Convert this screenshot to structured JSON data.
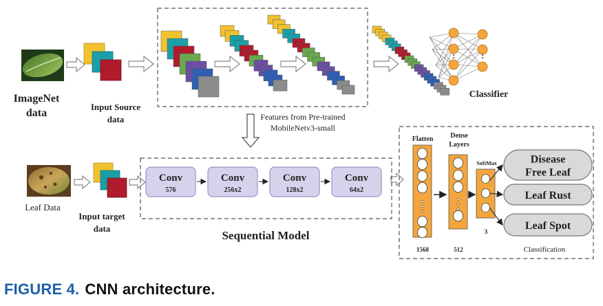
{
  "labels": {
    "imagenet": [
      "ImageNet",
      "data"
    ],
    "input_source": [
      "Input Source",
      "data"
    ],
    "classifier": "Classifier",
    "features": [
      "Features from Pre-trained",
      "MobileNetv3-small"
    ],
    "leaf_data": "Leaf Data",
    "input_target": [
      "Input target",
      "data"
    ],
    "sequential": "Sequential Model",
    "flatten": "Flatten",
    "dense": [
      "Dense",
      "Layers"
    ],
    "softmax": "SoftMax",
    "classification": "Classification"
  },
  "conv_blocks": [
    {
      "title": "Conv",
      "size": "576"
    },
    {
      "title": "Conv",
      "size": "256x2"
    },
    {
      "title": "Conv",
      "size": "128x2"
    },
    {
      "title": "Conv",
      "size": "64x2"
    }
  ],
  "layer_sizes": {
    "flatten": "1568",
    "dense": "512",
    "softmax": "3"
  },
  "outputs": [
    [
      "Disease",
      "Free Leaf"
    ],
    [
      "Leaf Rust"
    ],
    [
      "Leaf Spot"
    ]
  ],
  "caption": {
    "number": "FIGURE 4.",
    "text": "CNN architecture."
  },
  "colors": {
    "yellow": "#f2c12e",
    "teal": "#1a9fa8",
    "red": "#b01c2c",
    "green": "#6aa84f",
    "purple": "#6a4fa3",
    "blue": "#2f5fb3",
    "gray": "#8c8c8c",
    "orange": "#f4a53c",
    "conv_fill": "#d7d2ec",
    "conv_stroke": "#9a93c4",
    "pill": "#d9d9d9",
    "caption_blue": "#1f5fa8"
  }
}
